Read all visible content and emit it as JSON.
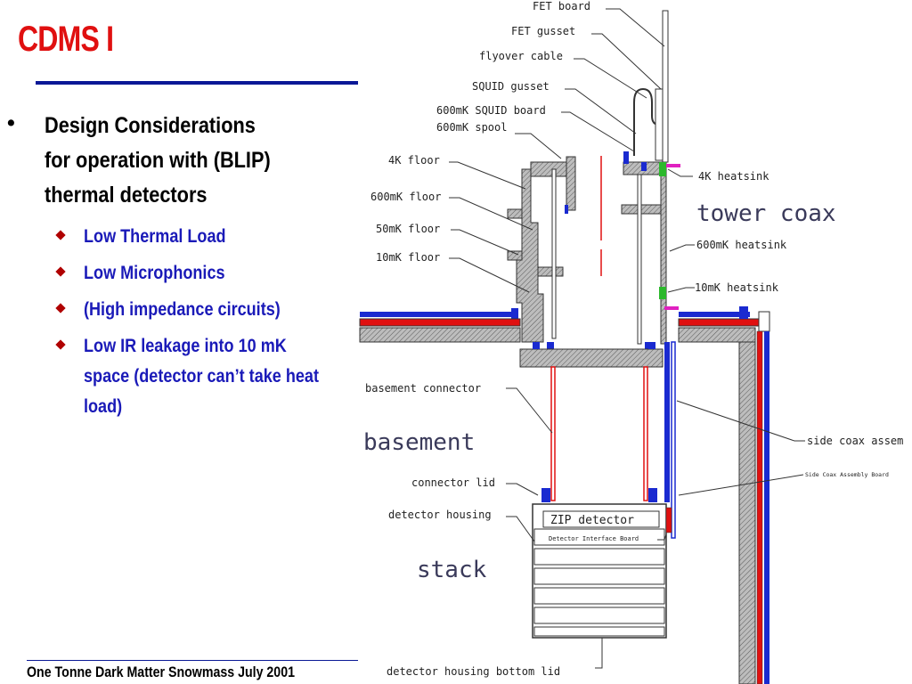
{
  "slide": {
    "title": "CDMS I",
    "footer": "One Tonne Dark Matter Snowmass July 2001",
    "bullet_marker": "•",
    "bullet_lines": [
      "Design Considerations",
      "for operation with (BLIP)",
      "thermal detectors"
    ],
    "sub_bullets": [
      {
        "lines": [
          "Low Thermal Load"
        ]
      },
      {
        "lines": [
          "Low Microphonics"
        ]
      },
      {
        "lines": [
          "(High impedance circuits)"
        ]
      },
      {
        "lines": [
          "Low IR leakage into 10 mK",
          "space (detector can’t take heat",
          "load)"
        ]
      }
    ]
  },
  "diagram": {
    "labels": {
      "fet_board": "FET board",
      "fet_gusset": "FET gusset",
      "flyover_cable": "flyover cable",
      "squid_gusset": "SQUID gusset",
      "squid_board": "600mK SQUID board",
      "spool": "600mK spool",
      "floor_4k": "4K floor",
      "floor_600mk": "600mK floor",
      "floor_50mk": "50mK floor",
      "floor_10mk": "10mK floor",
      "heatsink_4k": "4K heatsink",
      "tower_coax": "tower coax",
      "heatsink_600mk": "600mK heatsink",
      "heatsink_10mk": "10mK heatsink",
      "basement_connector": "basement connector",
      "basement": "basement",
      "side_coax": "side coax assem",
      "side_coax_board": "Side Coax Assembly Board",
      "connector_lid": "connector lid",
      "detector_housing": "detector housing",
      "zip_detector": "ZIP detector",
      "detector_interface_board": "Detector Interface Board",
      "stack": "stack",
      "housing_bottom_lid": "detector housing bottom lid"
    },
    "colors": {
      "red": "#e01010",
      "blue": "#1a2ad0",
      "gray": "#808080",
      "green": "#2cb82c",
      "magenta": "#e020c0"
    }
  }
}
